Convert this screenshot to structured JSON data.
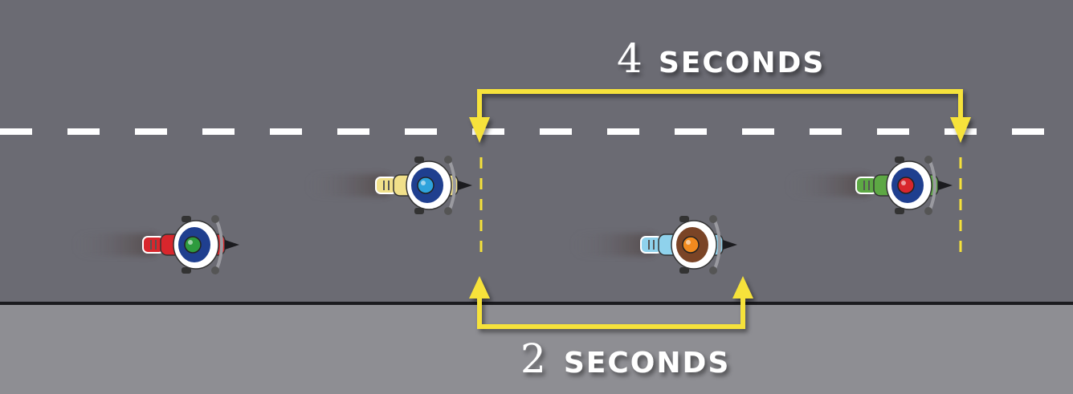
{
  "labels": {
    "top": {
      "number": "4",
      "word": "SECONDS"
    },
    "bottom": {
      "number": "2",
      "word": "SECONDS"
    }
  },
  "colors": {
    "road": "#6b6b73",
    "shoulder": "#8e8e93",
    "edge_line": "#1b1b1f",
    "lane_dash": "#ffffff",
    "bracket": "#f6e23a",
    "label_text": "#ffffff"
  },
  "riders": [
    {
      "name": "rider-red",
      "bike_color": "#d8262c",
      "helmet_color": "#2e9b3e",
      "jacket_color": "#1f3f8f"
    },
    {
      "name": "rider-yellow",
      "bike_color": "#f1e08a",
      "helmet_color": "#2ea3dc",
      "jacket_color": "#1f3f8f"
    },
    {
      "name": "rider-blue",
      "bike_color": "#8fd2ec",
      "helmet_color": "#f08a1f",
      "jacket_color": "#7a4426"
    },
    {
      "name": "rider-green",
      "bike_color": "#5da844",
      "helmet_color": "#d8262c",
      "jacket_color": "#1f3f8f"
    }
  ]
}
